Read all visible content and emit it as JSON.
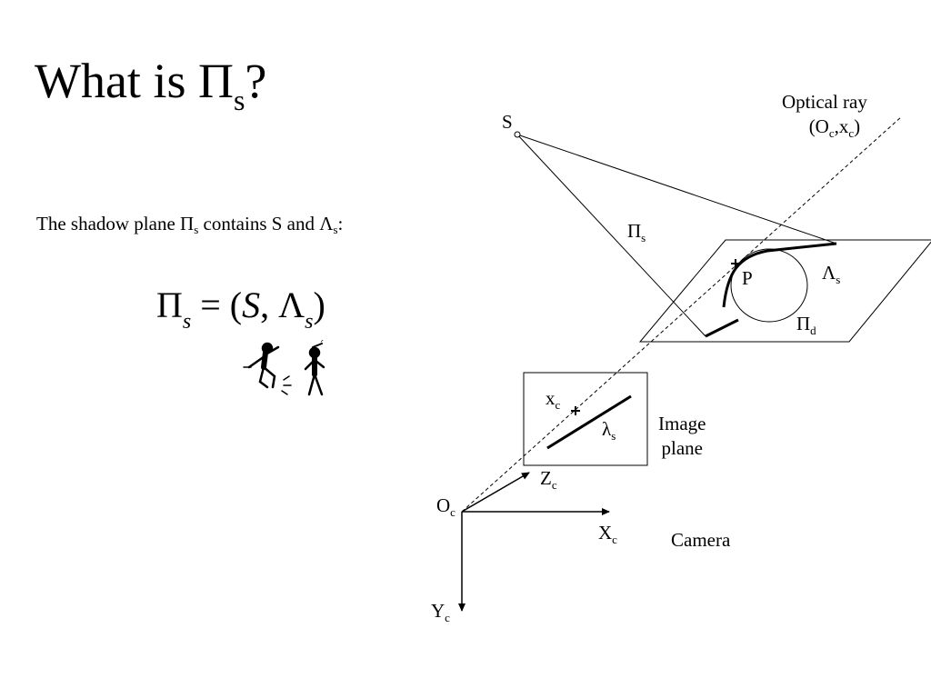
{
  "slide": {
    "title": {
      "text": "What is Π",
      "subscript": "s",
      "suffix": "?"
    },
    "sentence": {
      "part1": "The shadow plane Π",
      "sub1": "s",
      "part2": " contains S and Λ",
      "sub2": "s",
      "part3": ":"
    },
    "equation": {
      "lhs": "Π",
      "lhs_sub": "s",
      "eq": " = (",
      "S": "S",
      "comma": ", Λ",
      "rhs_sub": "s",
      "close": ")"
    }
  },
  "diagram": {
    "labels": {
      "optical_ray": {
        "line1": "Optical ray",
        "line2_a": "(O",
        "line2_b": "c",
        "line2_c": ",x",
        "line2_d": "c",
        "line2_e": ")"
      },
      "S": "S",
      "Pi_s": {
        "main": "Π",
        "sub": "s"
      },
      "P": "P",
      "Lambda_s": {
        "main": "Λ",
        "sub": "s"
      },
      "Pi_d": {
        "main": "Π",
        "sub": "d"
      },
      "x_c": {
        "main": "x",
        "sub": "c"
      },
      "lambda_s": {
        "main": "λ",
        "sub": "s"
      },
      "image_plane": {
        "line1": "Image",
        "line2": "plane"
      },
      "Z_c": {
        "main": "Z",
        "sub": "c"
      },
      "O_c": {
        "main": "O",
        "sub": "c"
      },
      "X_c": {
        "main": "X",
        "sub": "c"
      },
      "Y_c": {
        "main": "Y",
        "sub": "c"
      },
      "camera": "Camera"
    }
  }
}
